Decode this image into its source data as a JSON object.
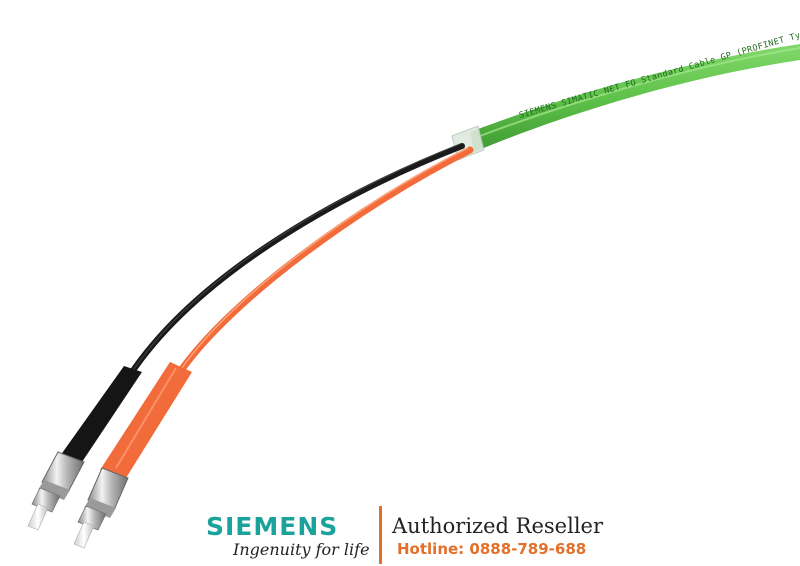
{
  "cable": {
    "print_text": "SIEMENS SIMATIC NET FO Standard Cable GP (PROFINET Type C)",
    "colors": {
      "jacket": "#5fc24a",
      "core_black": "#1a1a1a",
      "core_orange": "#f26b3a",
      "connector_metal": "#c8c8c8",
      "ferrule": "#eeeeee"
    }
  },
  "brand": {
    "logo_word": "SIEMENS",
    "tagline": "Ingenuity for life",
    "reseller": "Authorized Reseller",
    "hotline": "Hotline: 0888-789-688",
    "colors": {
      "logo": "#1aa39b",
      "accent": "#e2702b"
    }
  }
}
